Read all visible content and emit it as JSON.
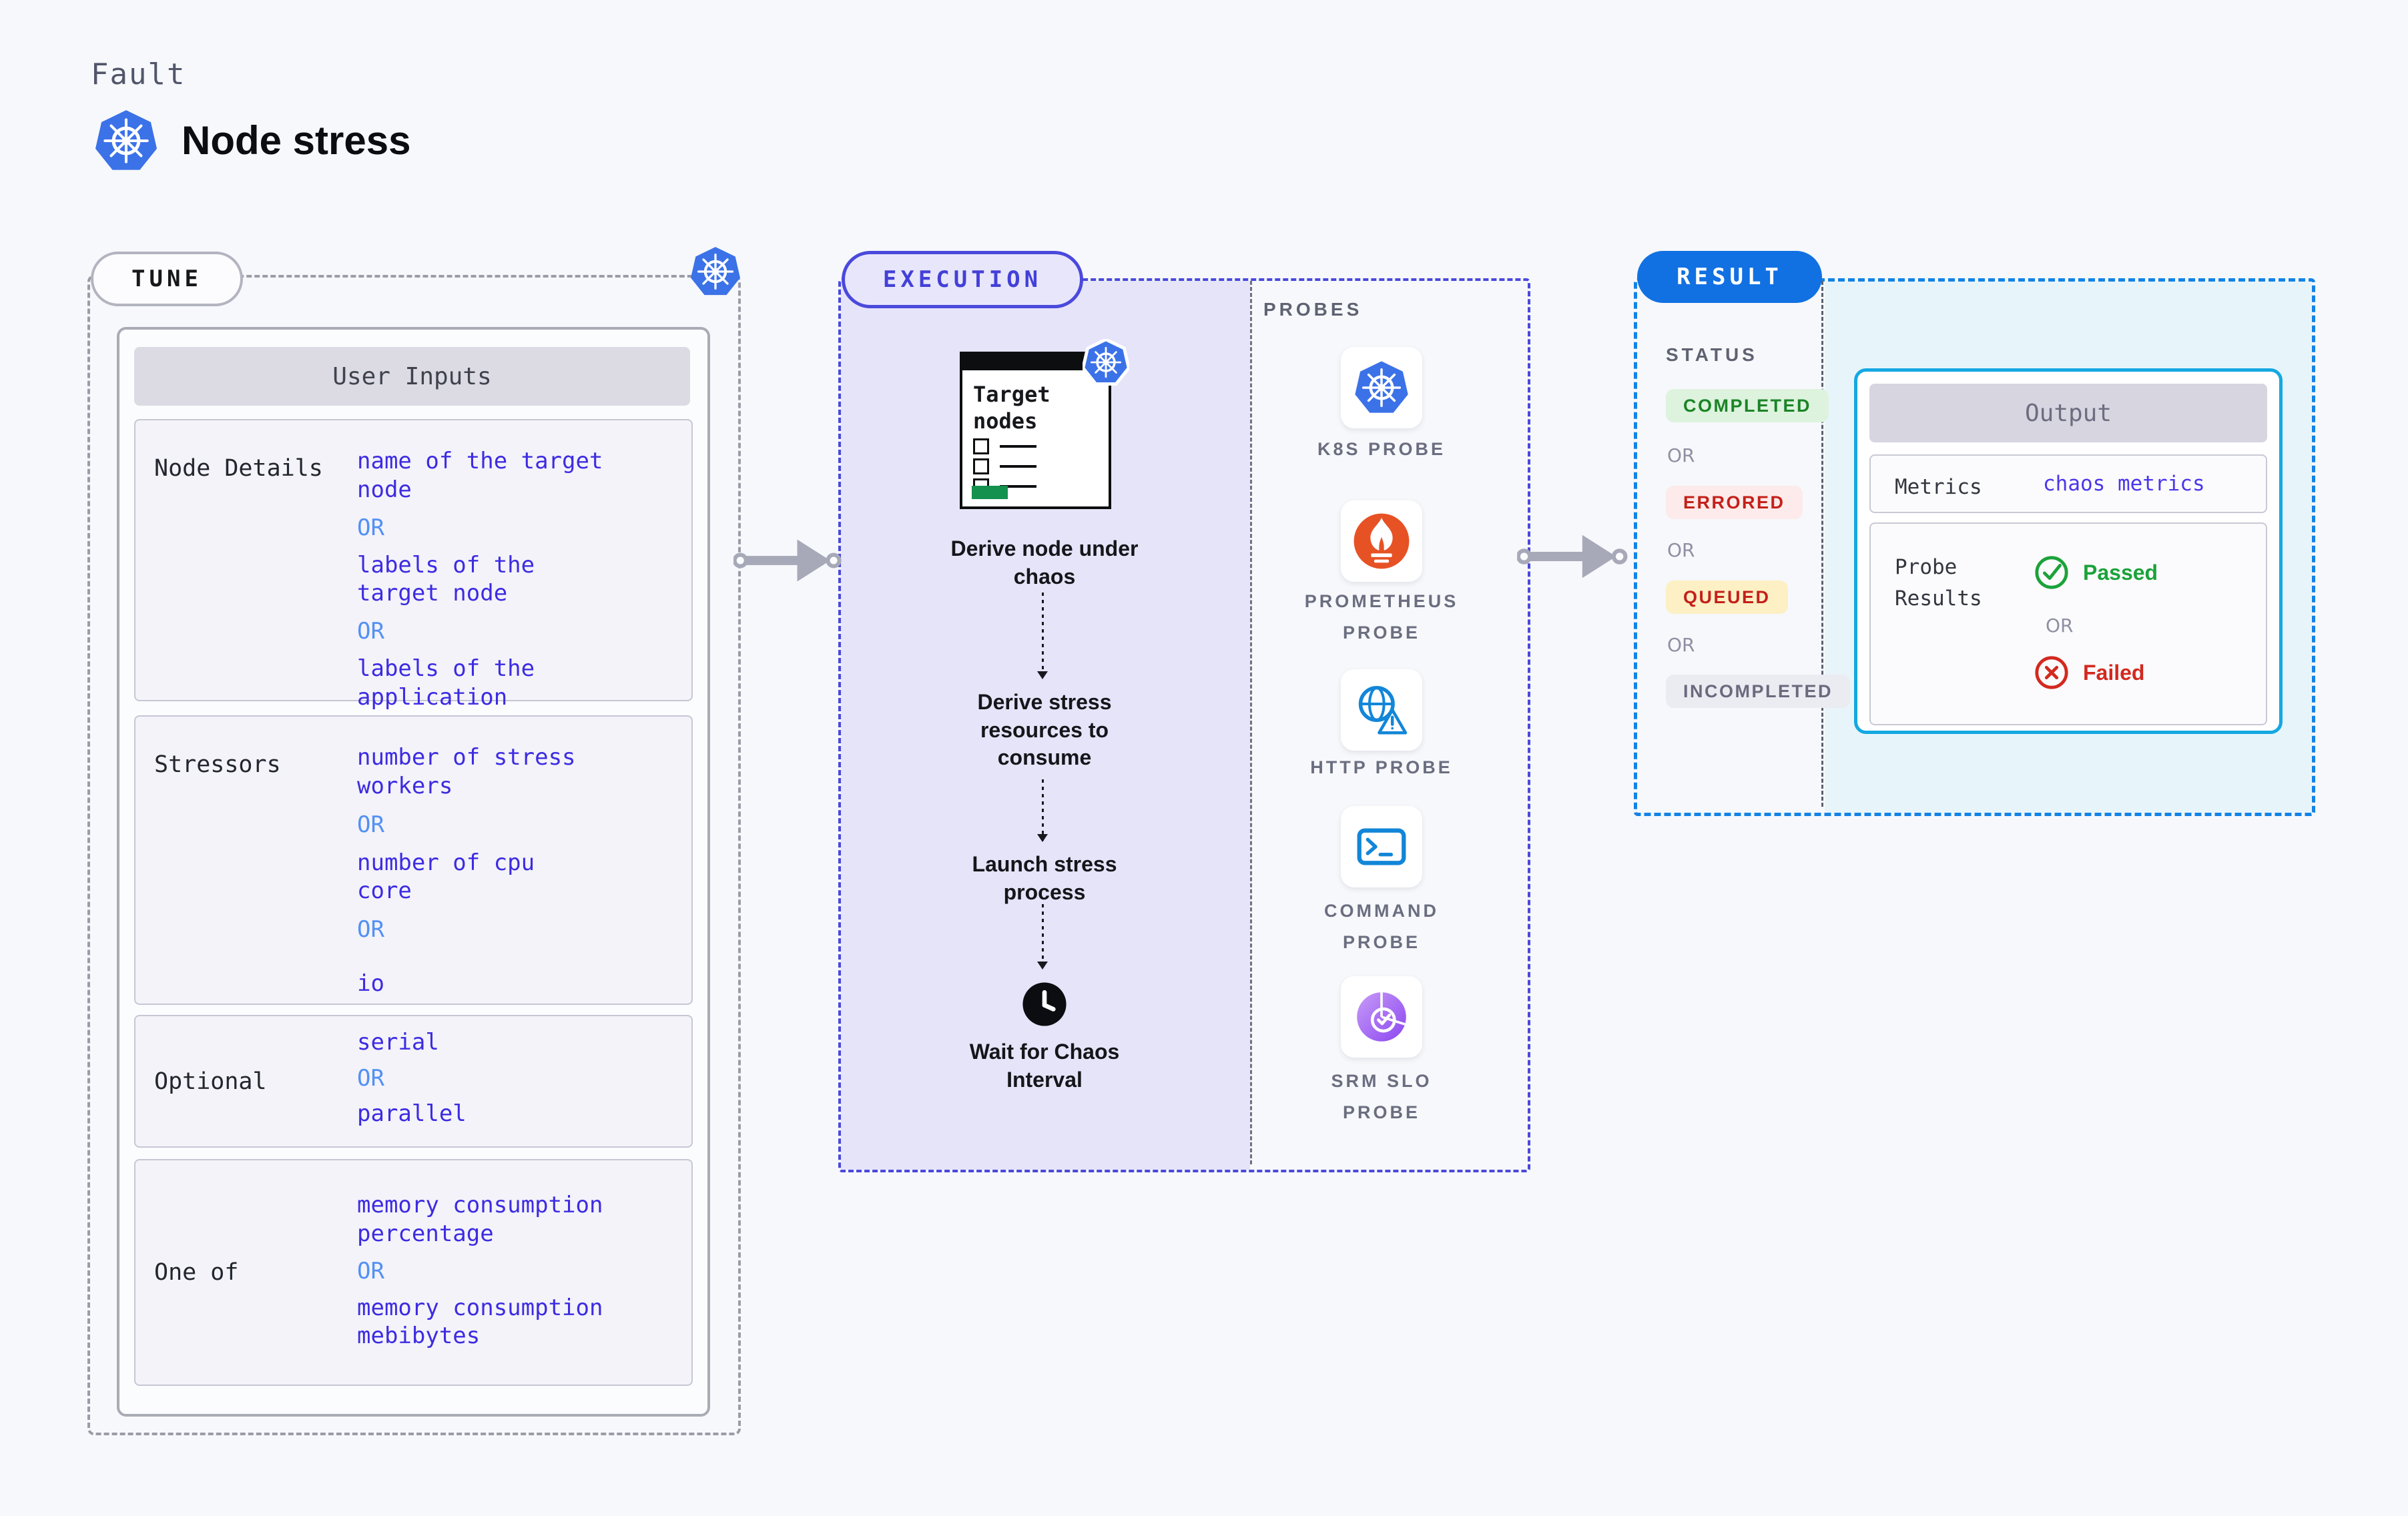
{
  "header": {
    "fault_label": "Fault",
    "title": "Node stress",
    "platform_icon": "kubernetes-icon"
  },
  "labels": {
    "or": "OR"
  },
  "tune": {
    "badge": "TUNE",
    "table_header": "User Inputs",
    "rows": [
      {
        "label": "Node Details",
        "values": [
          "name of the target\nnode",
          "labels of the\ntarget node",
          "labels of the application\n scheduled on target node"
        ]
      },
      {
        "label": "Stressors",
        "values": [
          "number of stress\nworkers",
          "number of cpu\ncore",
          "io"
        ]
      },
      {
        "label": "Optional",
        "values": [
          "serial",
          "parallel"
        ]
      },
      {
        "label": "One of",
        "values": [
          "memory consumption\npercentage",
          "memory consumption\nmebibytes"
        ]
      }
    ]
  },
  "execution": {
    "badge": "EXECUTION",
    "target_card_title": "Target\nnodes",
    "steps": [
      "Derive node under\nchaos",
      "Derive stress\nresources to\nconsume",
      "Launch stress\nprocess",
      "Wait for Chaos\nInterval"
    ],
    "wait_icon": "clock-icon"
  },
  "probes": {
    "title": "PROBES",
    "items": [
      {
        "label": "K8S PROBE",
        "icon": "kubernetes-icon"
      },
      {
        "label": "PROMETHEUS\nPROBE",
        "icon": "prometheus-icon"
      },
      {
        "label": "HTTP PROBE",
        "icon": "http-probe-icon"
      },
      {
        "label": "COMMAND\nPROBE",
        "icon": "command-probe-icon"
      },
      {
        "label": "SRM SLO\nPROBE",
        "icon": "srm-slo-probe-icon"
      }
    ]
  },
  "result": {
    "badge": "RESULT",
    "status_title": "STATUS",
    "statuses": [
      {
        "label": "COMPLETED",
        "text_color": "#1b8426",
        "bg_color": "#ddf3de"
      },
      {
        "label": "ERRORED",
        "text_color": "#c4201a",
        "bg_color": "#fcebea"
      },
      {
        "label": "QUEUED",
        "text_color": "#c4201a",
        "bg_color": "#fcf0c4"
      },
      {
        "label": "INCOMPLETED",
        "text_color": "#6a6a7e",
        "bg_color": "#ebebf2"
      }
    ],
    "output": {
      "header": "Output",
      "metrics_label": "Metrics",
      "metrics_value": "chaos metrics",
      "probe_results_label": "Probe\nResults",
      "passed_label": "Passed",
      "failed_label": "Failed"
    }
  },
  "colors": {
    "value_indigo": "#3d2be2",
    "or_blue": "#5390f4",
    "execution_border": "#4a49dc",
    "execution_bg": "#e6e4f9",
    "result_blue": "#1171e2",
    "result_border": "#1383e6",
    "output_border": "#15a8e2",
    "output_bg": "#e7f5fb",
    "passed_green": "#1ba23a",
    "failed_red": "#d3291f",
    "kubernetes_blue": "#3b72e8",
    "prometheus_orange": "#e75225",
    "probe_blue": "#1286d8",
    "srm_purple": "#8b46f0",
    "arrow_gray": "#a7a9b8"
  }
}
